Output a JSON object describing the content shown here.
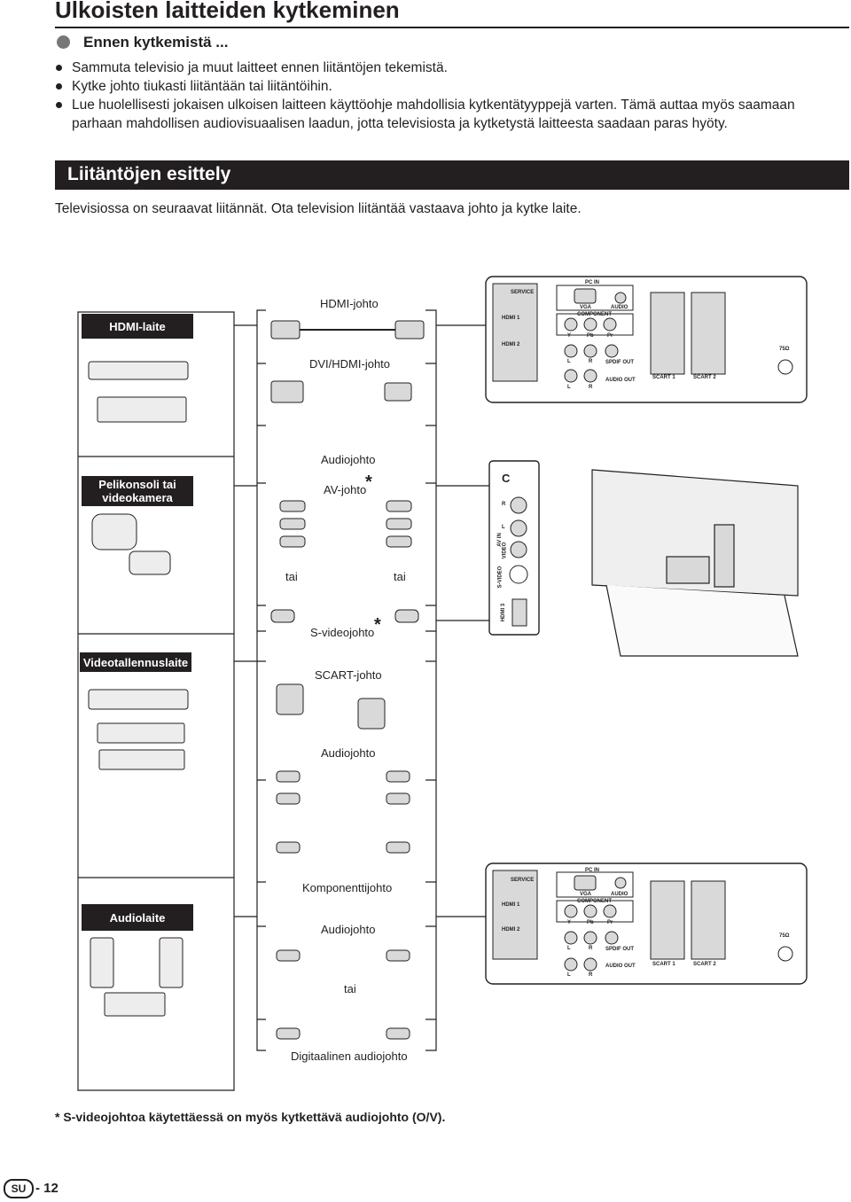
{
  "header": {
    "title": "Ulkoisten laitteiden kytkeminen"
  },
  "pre_connect": {
    "heading": "Ennen kytkemistä ...",
    "bullets": [
      "Sammuta televisio ja muut laitteet ennen liitäntöjen tekemistä.",
      "Kytke johto tiukasti liitäntään tai liitäntöihin.",
      "Lue huolellisesti jokaisen ulkoisen laitteen käyttöohje mahdollisia kytkentätyyppejä varten. Tämä auttaa myös saamaan parhaan mahdollisen audiovisuaalisen laadun, jotta televisiosta ja kytketystä laitteesta saadaan paras hyöty."
    ]
  },
  "section": {
    "heading": "Liitäntöjen esittely",
    "intro": "Televisiossa on seuraavat liitännät. Ota television liitäntää vastaava johto ja kytke laite."
  },
  "devices": {
    "hdmi": "HDMI-laite",
    "console_line1": "Pelikonsoli tai",
    "console_line2": "videokamera",
    "recorder": "Videotallennuslaite",
    "audio": "Audiolaite"
  },
  "cables": {
    "hdmi": "HDMI-johto",
    "dvi_hdmi": "DVI/HDMI-johto",
    "audio1": "Audiojohto",
    "av": "AV-johto",
    "asterisk": "*",
    "or1": "tai",
    "or2": "tai",
    "svideo": "S-videojohto",
    "scart": "SCART-johto",
    "audio2": "Audiojohto",
    "component": "Komponenttijohto",
    "audio3": "Audiojohto",
    "or3": "tai",
    "digital": "Digitaalinen audiojohto"
  },
  "panel": {
    "pc_in": "PC IN",
    "service": "SERVICE",
    "vga": "VGA",
    "audio": "AUDIO",
    "component": "COMPONENT",
    "y": "Y",
    "pb": "Pb",
    "pr": "Pr",
    "l": "L",
    "r": "R",
    "spdif": "SPDIF OUT",
    "audio_out": "AUDIO OUT",
    "scart1": "SCART 1",
    "scart2": "SCART 2",
    "ohm": "75Ω",
    "hdmi1": "HDMI 1",
    "hdmi2": "HDMI 2"
  },
  "side_panel": {
    "c": "C",
    "r": "R",
    "l": "L",
    "av_in": "AV IN",
    "video": "VIDEO",
    "svideo": "S-VIDEO",
    "hdmi3": "HDMI 3"
  },
  "footnote": "* S-videojohtoa käytettäessä on myös kytkettävä audiojohto (O/V).",
  "footer": {
    "badge": "SU",
    "page": "- 12"
  },
  "colors": {
    "ink": "#231f20",
    "grey": "#777777",
    "light": "#d9d9d9"
  }
}
